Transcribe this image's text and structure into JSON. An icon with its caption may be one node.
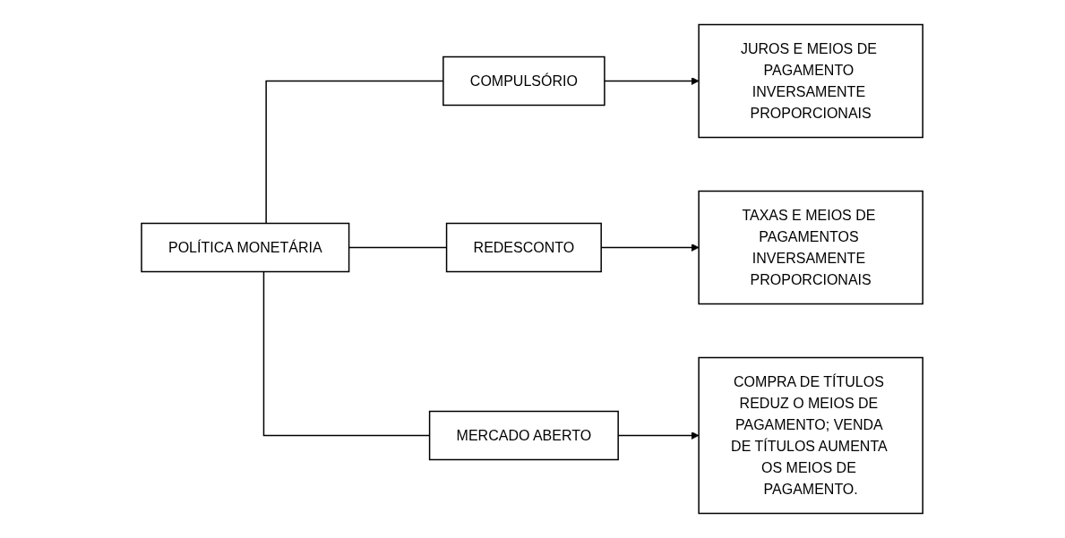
{
  "diagram": {
    "nodes": [
      {
        "text": [
          "POLÍTICA MONETÁRIA"
        ]
      },
      {
        "text": [
          "COMPULSÓRIO"
        ]
      },
      {
        "text": [
          "REDESCONTO"
        ]
      },
      {
        "text": [
          "MERCADO ABERTO"
        ]
      },
      {
        "text": [
          "JUROS E MEIOS DE PAGAMENTO INVERSAMENTE PROPORCIONAIS"
        ]
      },
      {
        "text": [
          "TAXAS E MEIOS DE PAGAMENTOS INVERSAMENTE PROPORCIONAIS"
        ]
      },
      {
        "text": [
          "COMPRA DE TÍTULOS REDUZ O MEIOS DE PAGAMENTO; VENDA DE TÍTULOS AUMENTA OS MEIOS DE PAGAMENTO."
        ]
      }
    ],
    "edges": [
      {
        "from": 0,
        "to": 1,
        "arrow": "none"
      },
      {
        "from": 0,
        "to": 2,
        "arrow": "none"
      },
      {
        "from": 0,
        "to": 3,
        "arrow": "none"
      },
      {
        "from": 1,
        "to": 4,
        "arrow": "to"
      },
      {
        "from": 2,
        "to": 5,
        "arrow": "to"
      },
      {
        "from": 3,
        "to": 6,
        "arrow": "to"
      }
    ]
  }
}
